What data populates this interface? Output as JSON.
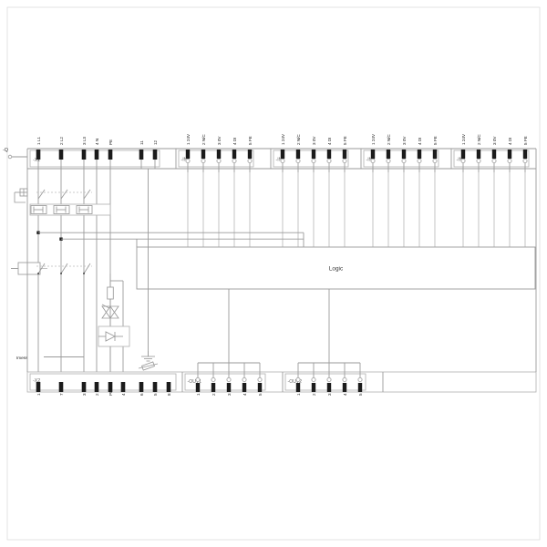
{
  "diagram": {
    "title": "Logic",
    "main_block_label": "Logic",
    "supply_device_label": "-Q",
    "measurement_label": "Imess"
  },
  "top_terminal_block": {
    "name": "-X1",
    "terminals": [
      {
        "num": "1",
        "code": "L1"
      },
      {
        "num": "2",
        "code": "L2"
      },
      {
        "num": "3",
        "code": "L3"
      },
      {
        "num": "4",
        "code": "N"
      },
      {
        "num": "",
        "code": "PE"
      },
      {
        "num": "",
        "code": "11"
      },
      {
        "num": "",
        "code": "12"
      }
    ]
  },
  "bottom_terminal_block": {
    "name": "-X2",
    "terminals": [
      {
        "num": "1",
        "code": "L1"
      },
      {
        "num": "7",
        "code": "L2"
      },
      {
        "num": "3",
        "code": "L3"
      },
      {
        "num": "2",
        "code": "N"
      },
      {
        "num": "",
        "code": "PE"
      },
      {
        "num": "4",
        "code": "BO"
      },
      {
        "num": "6",
        "code": "BO"
      },
      {
        "num": "5",
        "code": "T1"
      },
      {
        "num": "8",
        "code": "T2"
      }
    ]
  },
  "input_connectors": [
    {
      "name": "-IN1",
      "pins": [
        {
          "num": "1",
          "code": "24V"
        },
        {
          "num": "2",
          "code": "N/C"
        },
        {
          "num": "3",
          "code": "0V"
        },
        {
          "num": "4",
          "code": "DI"
        },
        {
          "num": "5",
          "code": "FE"
        }
      ]
    },
    {
      "name": "-IN2",
      "pins": [
        {
          "num": "1",
          "code": "24V"
        },
        {
          "num": "2",
          "code": "N/C"
        },
        {
          "num": "3",
          "code": "0V"
        },
        {
          "num": "4",
          "code": "DI"
        },
        {
          "num": "5",
          "code": "FE"
        }
      ]
    },
    {
      "name": "-IN3",
      "pins": [
        {
          "num": "1",
          "code": "24V"
        },
        {
          "num": "2",
          "code": "N/C"
        },
        {
          "num": "3",
          "code": "0V"
        },
        {
          "num": "4",
          "code": "DI"
        },
        {
          "num": "5",
          "code": "FE"
        }
      ]
    },
    {
      "name": "-IN4",
      "pins": [
        {
          "num": "1",
          "code": "24V"
        },
        {
          "num": "2",
          "code": "N/C"
        },
        {
          "num": "3",
          "code": "0V"
        },
        {
          "num": "4",
          "code": "DI"
        },
        {
          "num": "5",
          "code": "FE"
        }
      ]
    }
  ],
  "output_connectors": [
    {
      "name": "-OUT1",
      "pins": [
        {
          "num": "1",
          "code": "N/C"
        },
        {
          "num": "2",
          "code": "N/C"
        },
        {
          "num": "3",
          "code": "0V"
        },
        {
          "num": "4",
          "code": "DO"
        },
        {
          "num": "5",
          "code": "FE"
        }
      ]
    },
    {
      "name": "-OUT2",
      "pins": [
        {
          "num": "1",
          "code": "N/C"
        },
        {
          "num": "2",
          "code": "N/C"
        },
        {
          "num": "3",
          "code": "0V"
        },
        {
          "num": "4",
          "code": "DO"
        },
        {
          "num": "5",
          "code": "FE"
        }
      ]
    }
  ],
  "components": [
    {
      "id": "fuse-1",
      "type": "fuse-symbol"
    },
    {
      "id": "fuse-2",
      "type": "fuse-symbol"
    },
    {
      "id": "fuse-3",
      "type": "fuse-symbol"
    },
    {
      "id": "contactor-coil",
      "type": "coil"
    },
    {
      "id": "varistor",
      "type": "varistor"
    },
    {
      "id": "triac",
      "type": "triac"
    },
    {
      "id": "optocoupler",
      "type": "opto-diode"
    },
    {
      "id": "earth",
      "type": "ground"
    },
    {
      "id": "thermistor",
      "type": "thermistor"
    }
  ],
  "colors": {
    "wire": "#9a9a9a",
    "terminal": "#1b1b1b",
    "text": "#222222",
    "frame": "#b0b0b0"
  }
}
